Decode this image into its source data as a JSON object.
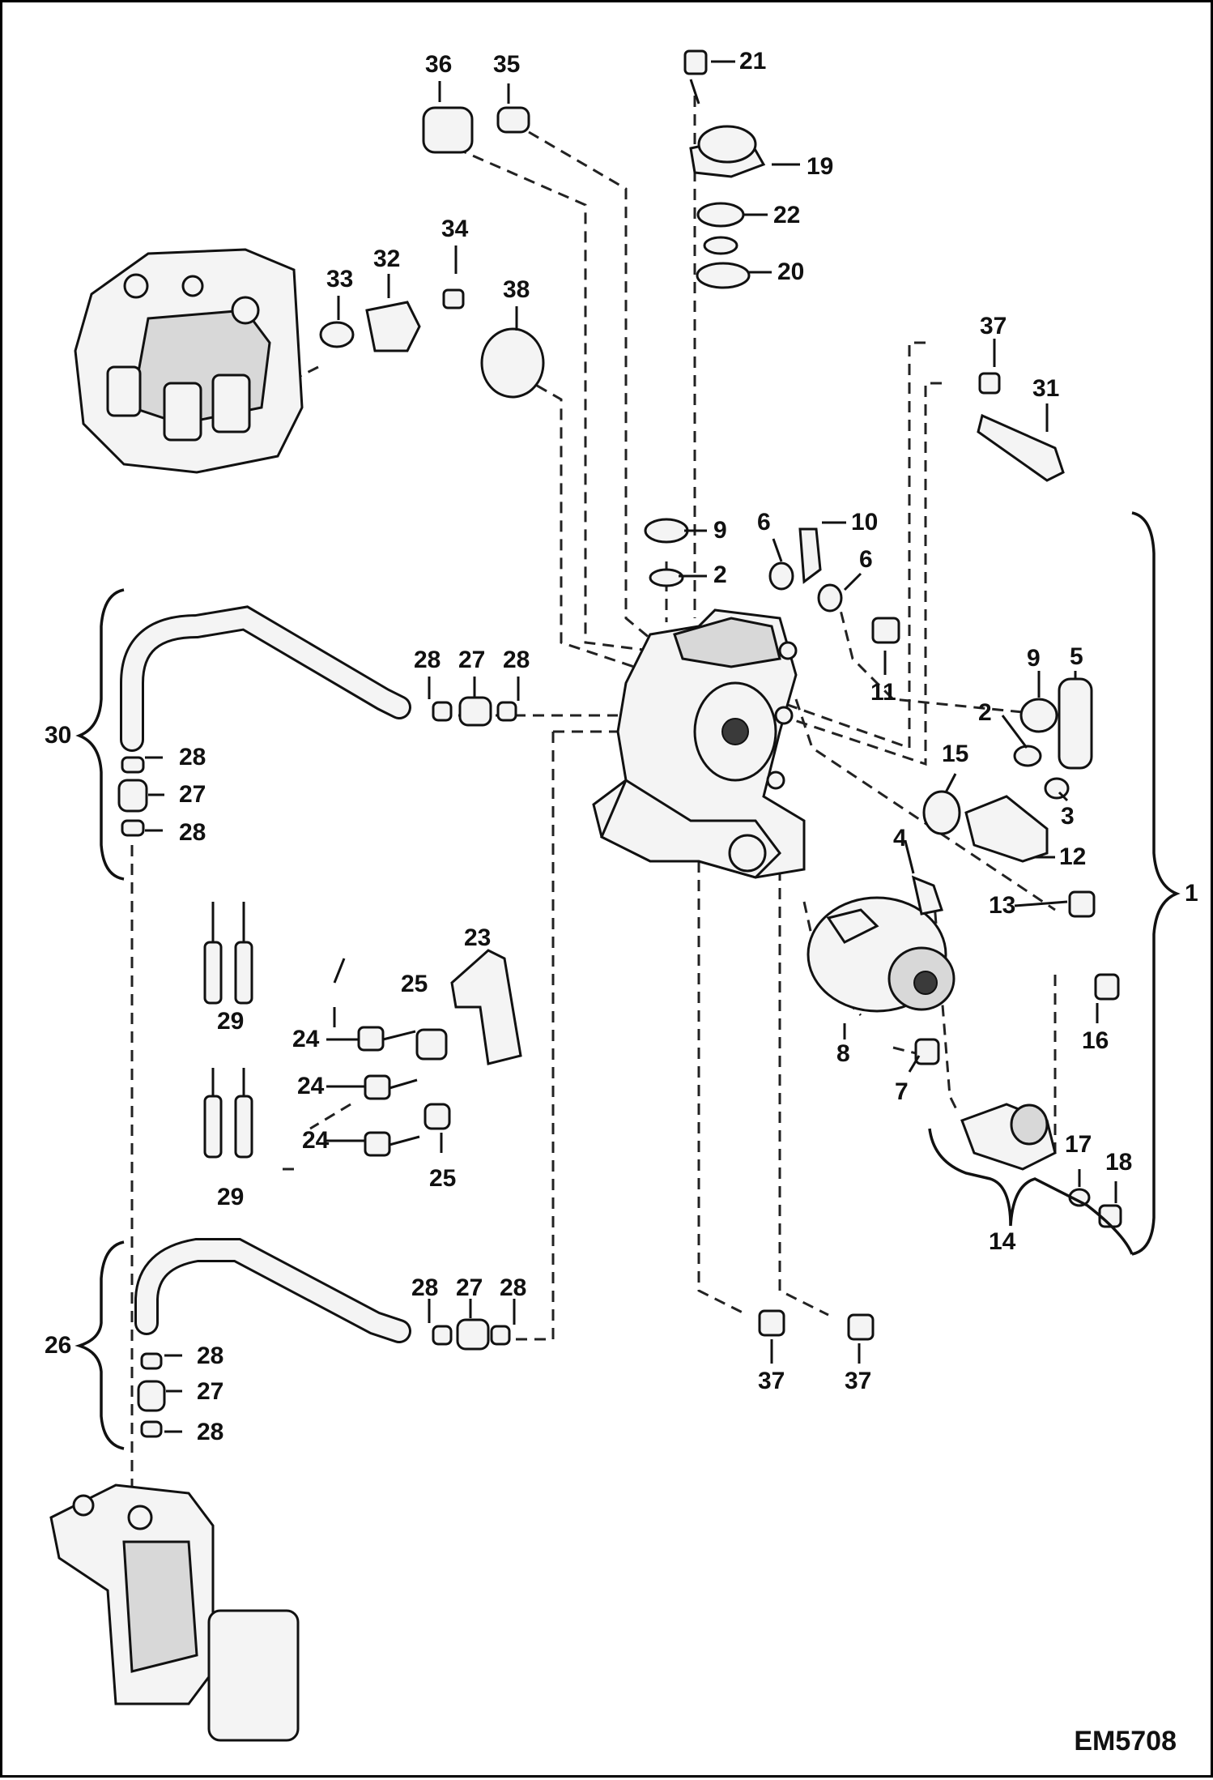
{
  "drawing_code": "EM5708",
  "callouts": [
    {
      "id": "c21",
      "text": "21"
    },
    {
      "id": "c19",
      "text": "19"
    },
    {
      "id": "c22",
      "text": "22"
    },
    {
      "id": "c20",
      "text": "20"
    },
    {
      "id": "c36",
      "text": "36"
    },
    {
      "id": "c35",
      "text": "35"
    },
    {
      "id": "c34",
      "text": "34"
    },
    {
      "id": "c33",
      "text": "33"
    },
    {
      "id": "c32",
      "text": "32"
    },
    {
      "id": "c38",
      "text": "38"
    },
    {
      "id": "c37a",
      "text": "37"
    },
    {
      "id": "c31",
      "text": "31"
    },
    {
      "id": "c9a",
      "text": "9"
    },
    {
      "id": "c2a",
      "text": "2"
    },
    {
      "id": "c6a",
      "text": "6"
    },
    {
      "id": "c10",
      "text": "10"
    },
    {
      "id": "c6b",
      "text": "6"
    },
    {
      "id": "c11",
      "text": "11"
    },
    {
      "id": "c28a",
      "text": "28"
    },
    {
      "id": "c27a",
      "text": "27"
    },
    {
      "id": "c28b",
      "text": "28"
    },
    {
      "id": "c30",
      "text": "30"
    },
    {
      "id": "c28c",
      "text": "28"
    },
    {
      "id": "c27b",
      "text": "27"
    },
    {
      "id": "c28d",
      "text": "28"
    },
    {
      "id": "c9b",
      "text": "9"
    },
    {
      "id": "c5",
      "text": "5"
    },
    {
      "id": "c2b",
      "text": "2"
    },
    {
      "id": "c15",
      "text": "15"
    },
    {
      "id": "c3",
      "text": "3"
    },
    {
      "id": "c12",
      "text": "12"
    },
    {
      "id": "c1",
      "text": "1"
    },
    {
      "id": "c4",
      "text": "4"
    },
    {
      "id": "c13",
      "text": "13"
    },
    {
      "id": "c23",
      "text": "23"
    },
    {
      "id": "c25a",
      "text": "25"
    },
    {
      "id": "c24a",
      "text": "24"
    },
    {
      "id": "c24b",
      "text": "24"
    },
    {
      "id": "c24c",
      "text": "24"
    },
    {
      "id": "c25b",
      "text": "25"
    },
    {
      "id": "c29a",
      "text": "29"
    },
    {
      "id": "c29b",
      "text": "29"
    },
    {
      "id": "c8",
      "text": "8"
    },
    {
      "id": "c7",
      "text": "7"
    },
    {
      "id": "c16",
      "text": "16"
    },
    {
      "id": "c17",
      "text": "17"
    },
    {
      "id": "c18",
      "text": "18"
    },
    {
      "id": "c14",
      "text": "14"
    },
    {
      "id": "c28e",
      "text": "28"
    },
    {
      "id": "c27c",
      "text": "27"
    },
    {
      "id": "c28f",
      "text": "28"
    },
    {
      "id": "c26",
      "text": "26"
    },
    {
      "id": "c28g",
      "text": "28"
    },
    {
      "id": "c27d",
      "text": "27"
    },
    {
      "id": "c28h",
      "text": "28"
    },
    {
      "id": "c37b",
      "text": "37"
    },
    {
      "id": "c37c",
      "text": "37"
    }
  ]
}
